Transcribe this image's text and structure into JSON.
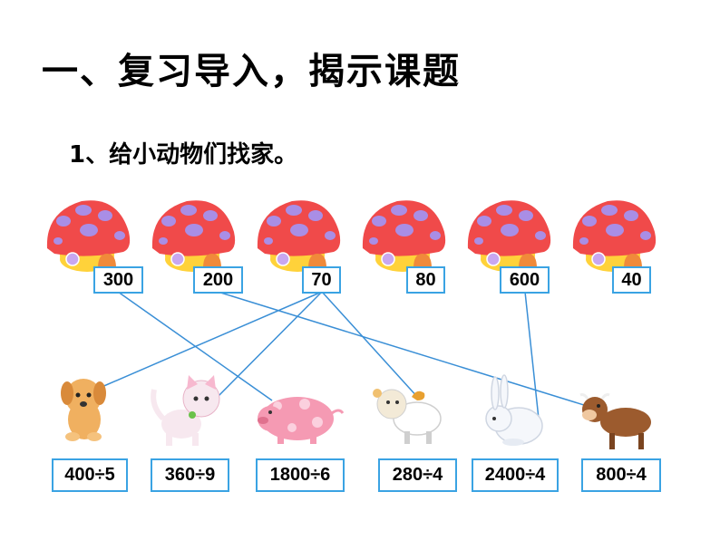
{
  "title": "一、复习导入，揭示课题",
  "subtitle": "1、给小动物们找家。",
  "houses": [
    {
      "label": "300"
    },
    {
      "label": "200"
    },
    {
      "label": "70"
    },
    {
      "label": "80"
    },
    {
      "label": "600"
    },
    {
      "label": "40"
    }
  ],
  "animals": [
    {
      "label": "400÷5",
      "animal": "dog"
    },
    {
      "label": "360÷9",
      "animal": "cat"
    },
    {
      "label": "1800÷6",
      "animal": "pig"
    },
    {
      "label": "280÷4",
      "animal": "sheep"
    },
    {
      "label": "2400÷4",
      "animal": "rabbit"
    },
    {
      "label": "800÷4",
      "animal": "cow"
    }
  ],
  "connections": [
    {
      "house": "300",
      "animal": "1800÷6"
    },
    {
      "house": "200",
      "animal": "800÷4"
    },
    {
      "house": "70",
      "animal": "400÷5"
    },
    {
      "house": "70",
      "animal": "360÷9"
    },
    {
      "house": "70",
      "animal": "280÷4"
    },
    {
      "house": "600",
      "animal": "2400÷4"
    }
  ],
  "colors": {
    "box_border": "#3aa3e3",
    "line": "#3a8fd6",
    "mushroom_cap": "#f04a4a",
    "mushroom_spot": "#a98ee6",
    "mushroom_base": "#ffd23a"
  }
}
